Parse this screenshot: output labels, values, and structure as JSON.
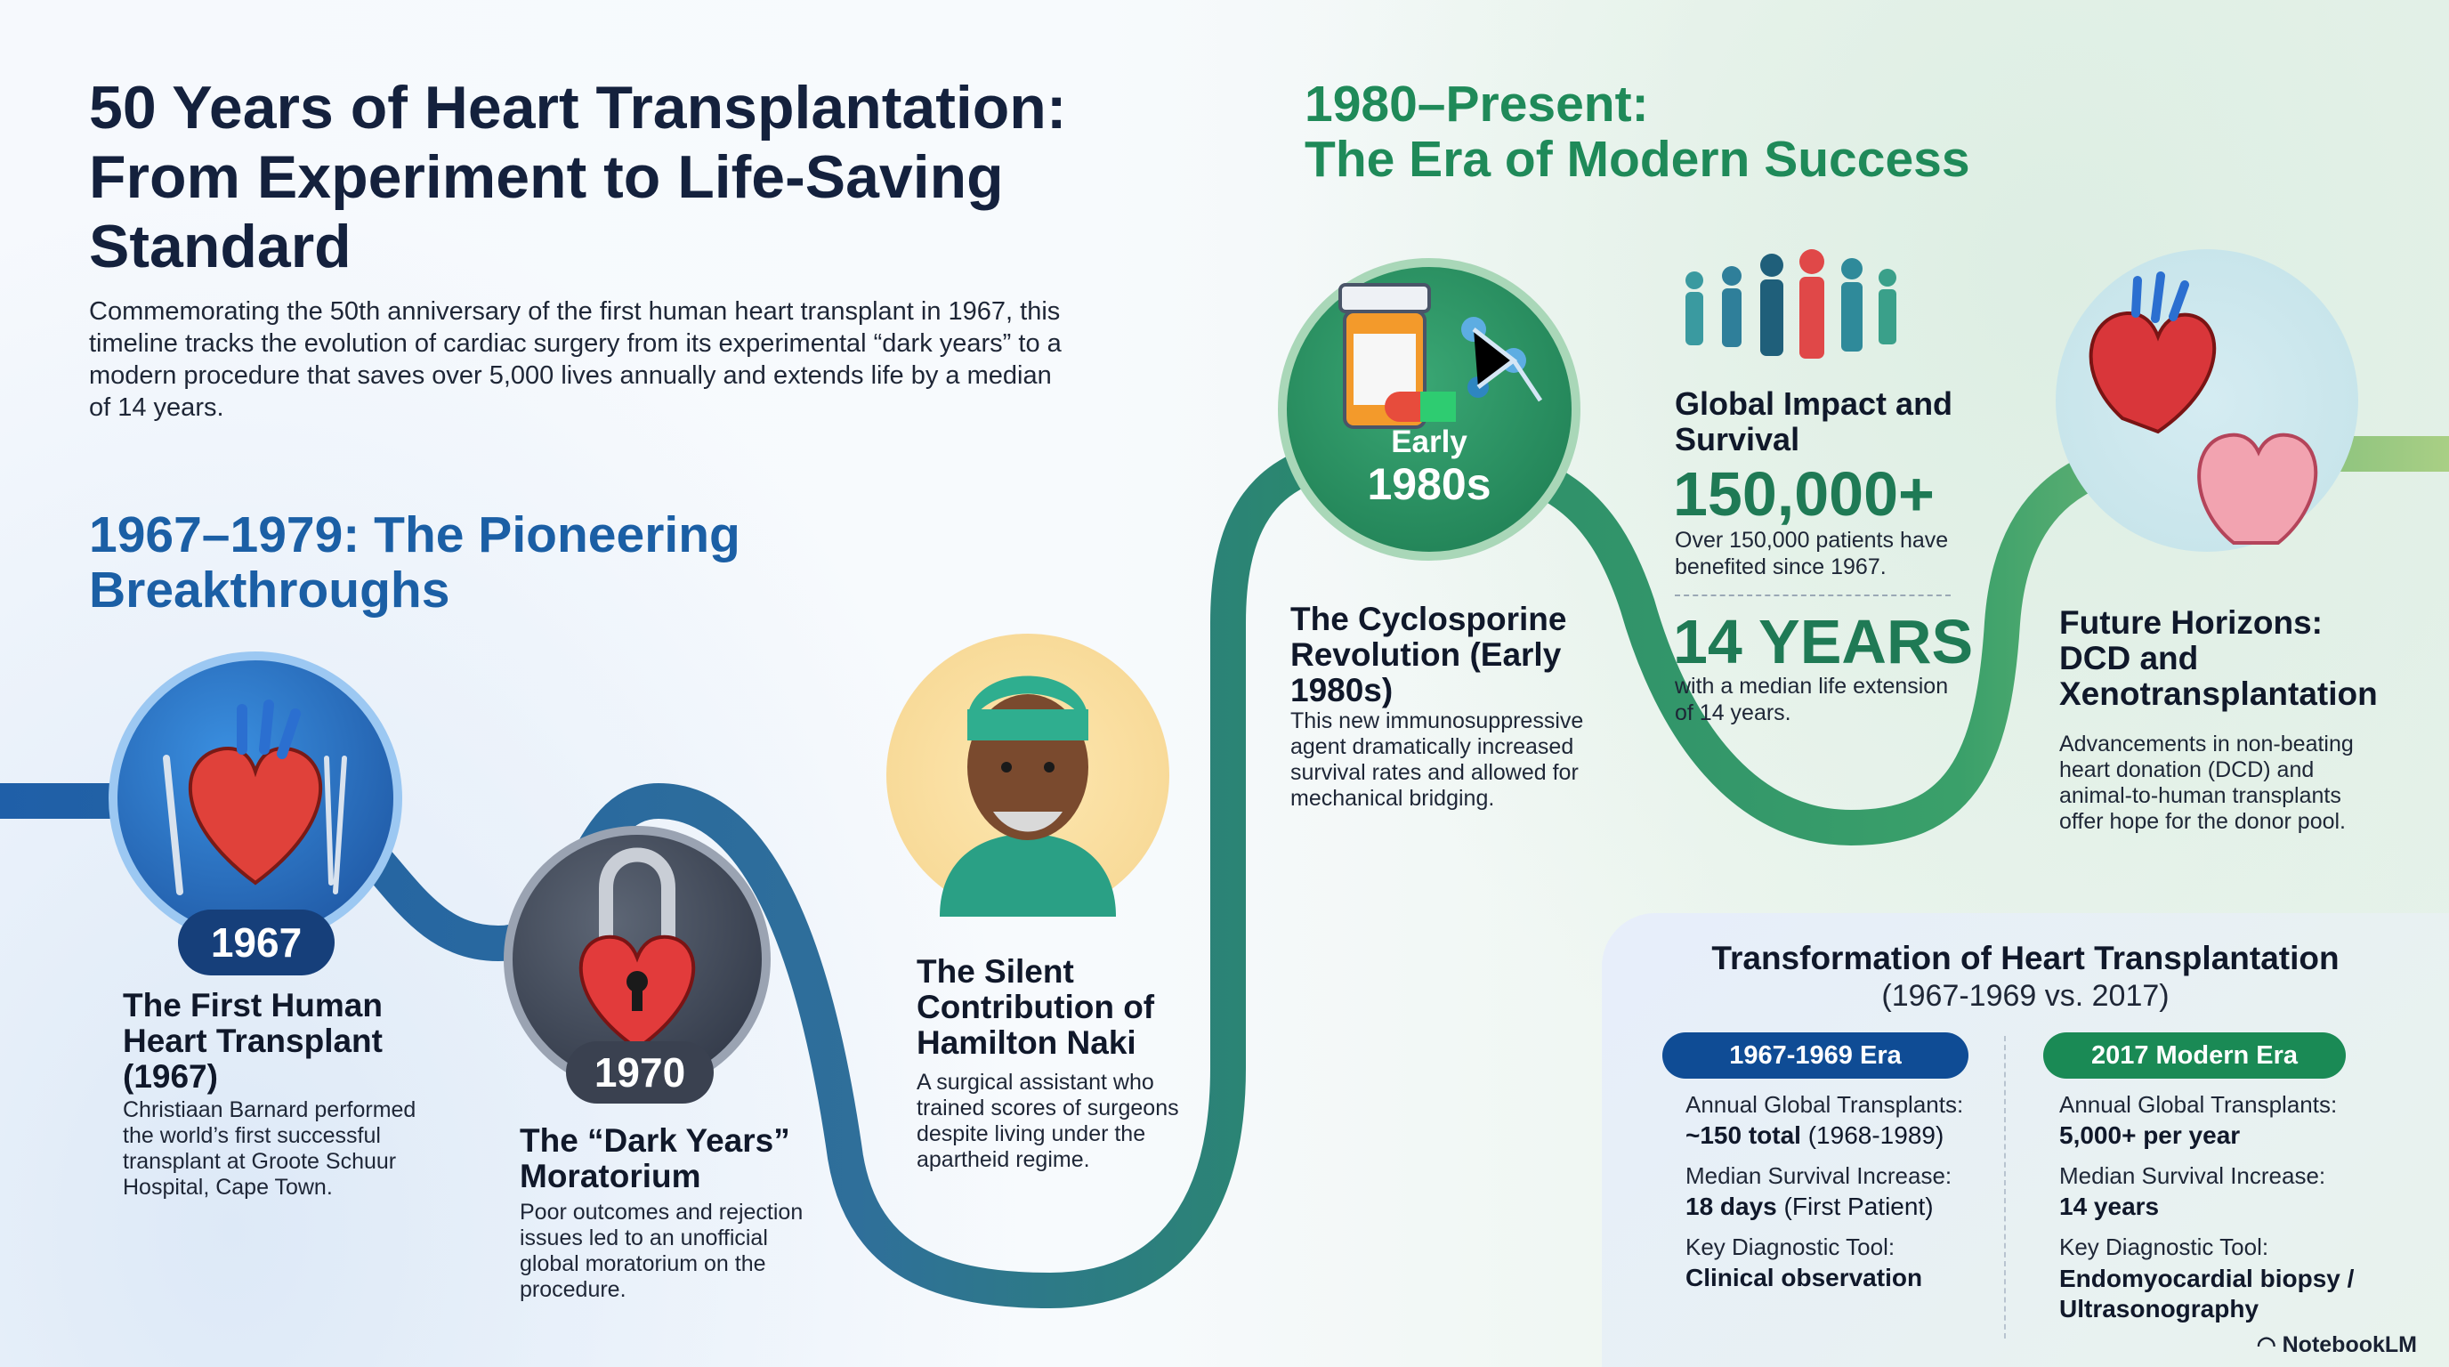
{
  "header": {
    "title": "50 Years of Heart Transplantation: From Experiment to Life-Saving Standard",
    "intro": "Commemorating the 50th anniversary of the first human heart transplant in 1967, this timeline tracks the evolution of cardiac surgery from its experimental “dark years” to a modern procedure that saves over 5,000 lives annually and extends life by a median of 14 years."
  },
  "era1": {
    "title": "1967–1979: The Pioneering Breakthroughs"
  },
  "era2": {
    "title_line1": "1980–Present:",
    "title_line2": "The Era of Modern Success"
  },
  "milestones": [
    {
      "year": "1967",
      "title": "The First Human Heart Transplant (1967)",
      "body": "Christiaan Barnard performed the world’s first successful transplant at Groote Schuur Hospital, Cape Town."
    },
    {
      "year": "1970",
      "title": "The “Dark Years” Moratorium",
      "body": "Poor outcomes and rejection issues led to an unofficial global moratorium on the procedure."
    },
    {
      "year": "",
      "title": "The Silent Contribution of Hamilton Naki",
      "body": "A surgical assistant who trained scores of surgeons despite living under the apartheid regime."
    },
    {
      "year_line1": "Early",
      "year_line2": "1980s",
      "title": "The Cyclosporine Revolution (Early 1980s)",
      "body": "This new immunosuppressive agent dramatically increased survival rates and allowed for mechanical bridging."
    },
    {
      "title": "Future Horizons: DCD and Xenotransplantation",
      "body": "Advancements in non-beating heart donation (DCD) and animal-to-human transplants offer hope for the donor pool."
    }
  ],
  "impact": {
    "title": "Global Impact and Survival",
    "stat1": "150,000+",
    "stat1_text": "Over 150,000 patients have benefited since 1967.",
    "stat2": "14 YEARS",
    "stat2_text": "with a median life extension of 14 years."
  },
  "comparison": {
    "title": "Transformation of Heart Transplantation",
    "subtitle": "(1967-1969 vs. 2017)",
    "eras": [
      {
        "label": "1967-1969 Era",
        "rows": [
          {
            "label": "Annual Global Transplants:",
            "value": "~150 total",
            "note": " (1968-1989)"
          },
          {
            "label": "Median Survival Increase:",
            "value": "18 days",
            "note": " (First Patient)"
          },
          {
            "label": "Key Diagnostic Tool:",
            "value": "Clinical observation",
            "note": ""
          }
        ]
      },
      {
        "label": "2017 Modern Era",
        "rows": [
          {
            "label": "Annual Global Transplants:",
            "value": "5,000+ per year",
            "note": ""
          },
          {
            "label": "Median Survival Increase:",
            "value": "14 years",
            "note": ""
          },
          {
            "label": "Key Diagnostic Tool:",
            "value": "Endomyocardial biopsy / Ultrasonography",
            "note": ""
          }
        ]
      }
    ]
  },
  "brand": "NotebookLM",
  "colors": {
    "blue": "#1b5fa5",
    "green": "#1f8a59",
    "dark_pill": "#0f4c95",
    "green_pill": "#1a8a55"
  },
  "icons": [
    "heart-with-surgical-tools-icon",
    "heart-padlock-icon",
    "surgeon-portrait-icon",
    "pill-bottle-molecule-icon",
    "people-silhouettes-icon",
    "anatomical-hearts-icon"
  ]
}
